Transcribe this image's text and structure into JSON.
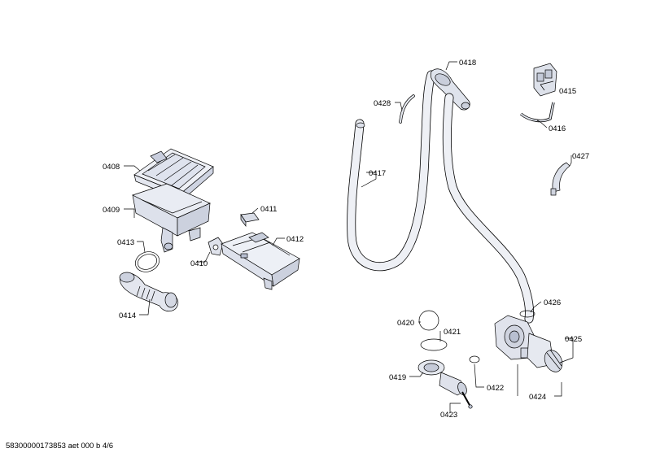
{
  "labels": {
    "p0408": "0408",
    "p0409": "0409",
    "p0410": "0410",
    "p0411": "0411",
    "p0412": "0412",
    "p0413": "0413",
    "p0414": "0414",
    "p0415": "0415",
    "p0416": "0416",
    "p0417": "0417",
    "p0418": "0418",
    "p0419": "0419",
    "p0420": "0420",
    "p0421": "0421",
    "p0422": "0422",
    "p0423": "0423",
    "p0424": "0424",
    "p0425": "0425",
    "p0426": "0426",
    "p0427": "0427",
    "p0428": "0428"
  },
  "footer": "58300000173853 aet 000 b 4/6"
}
